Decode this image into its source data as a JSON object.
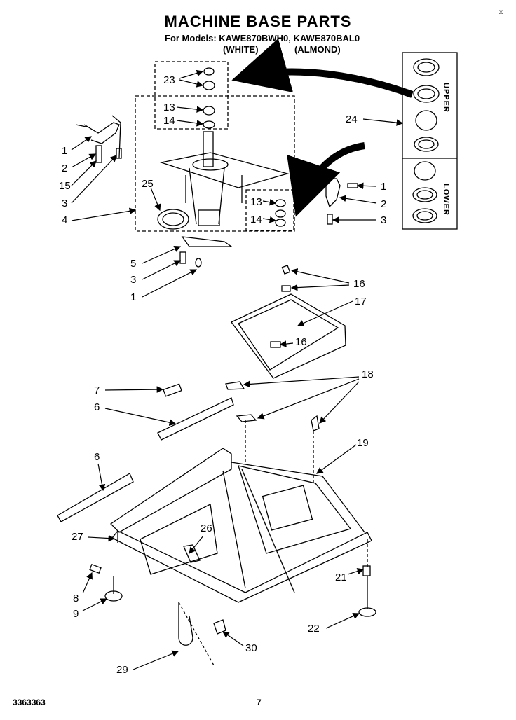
{
  "header": {
    "title": "MACHINE BASE PARTS",
    "models": "For Models: KAWE870BWH0, KAWE870BAL0",
    "color_white": "(WHITE)",
    "color_almond": "(ALMOND)"
  },
  "inset": {
    "upper_label": "UPPER",
    "lower_label": "LOWER"
  },
  "callouts": {
    "c23": "23",
    "c13a": "13",
    "c14a": "14",
    "c24": "24",
    "c1a": "1",
    "c2a": "2",
    "c15": "15",
    "c3a": "3",
    "c25": "25",
    "c4": "4",
    "c13b": "13",
    "c14b": "14",
    "c1b": "1",
    "c2b": "2",
    "c3b": "3",
    "c5": "5",
    "c3c": "3",
    "c1c": "1",
    "c16a": "16",
    "c17": "17",
    "c16b": "16",
    "c18": "18",
    "c7": "7",
    "c6a": "6",
    "c6b": "6",
    "c19": "19",
    "c27": "27",
    "c26": "26",
    "c21": "21",
    "c8": "8",
    "c9": "9",
    "c22": "22",
    "c30": "30",
    "c29": "29"
  },
  "footer": {
    "doc_id": "3363363",
    "page": "7",
    "corner_mark": "x"
  }
}
